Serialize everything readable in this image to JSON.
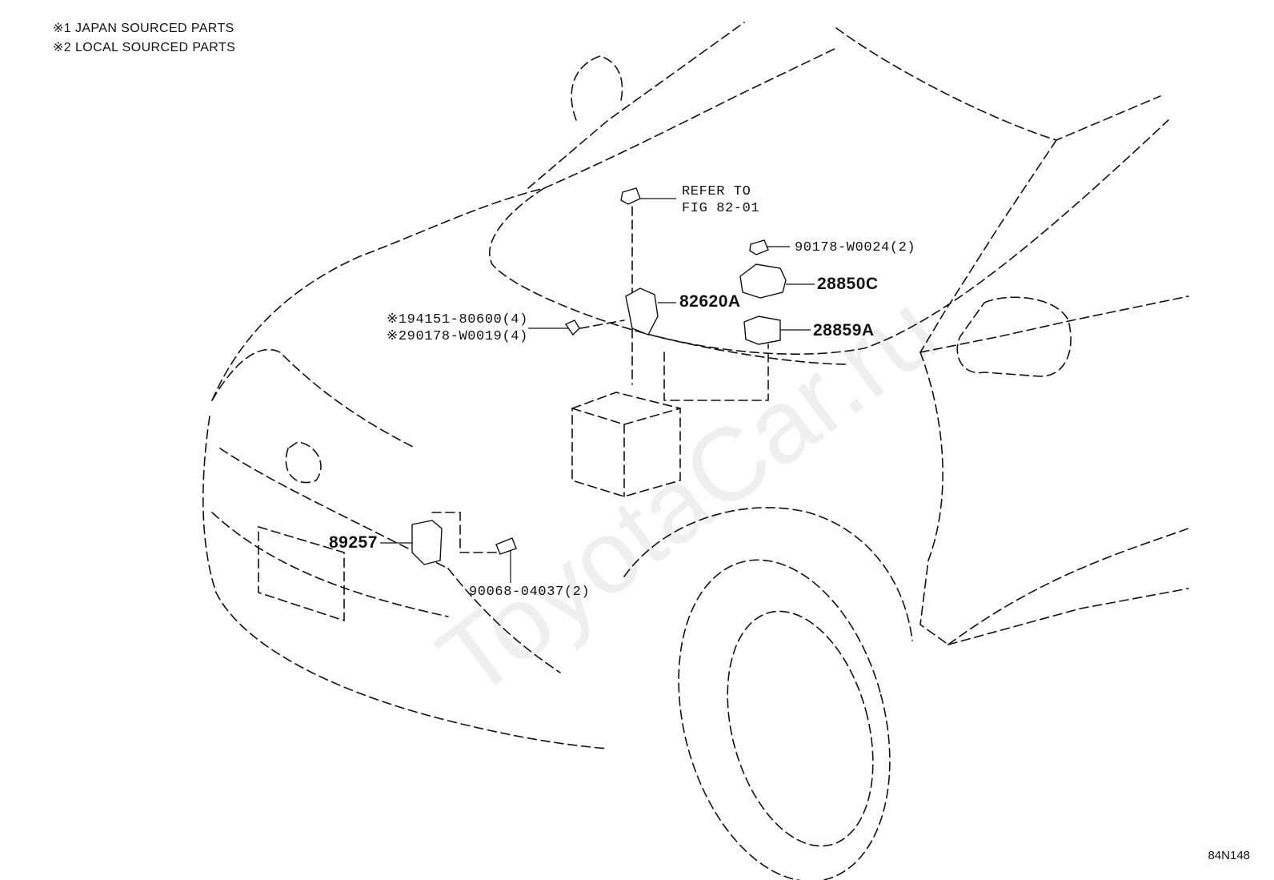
{
  "notes": [
    "※1 JAPAN SOURCED PARTS",
    "※2 LOCAL SOURCED PARTS"
  ],
  "parts": {
    "refer_line1": "REFER TO",
    "refer_line2": "FIG 82-01",
    "p_90178_w0024": "90178-W0024(2)",
    "p_28850c": "28850C",
    "p_82620a": "82620A",
    "p_28859a": "28859A",
    "p_94151": "※194151-80600(4)",
    "p_90178_w0019": "※290178-W0019(4)",
    "p_89257": "89257",
    "p_90068": "90068-04037(2)"
  },
  "figure_code": "84N148",
  "watermark": "ToyotaCar.ru"
}
